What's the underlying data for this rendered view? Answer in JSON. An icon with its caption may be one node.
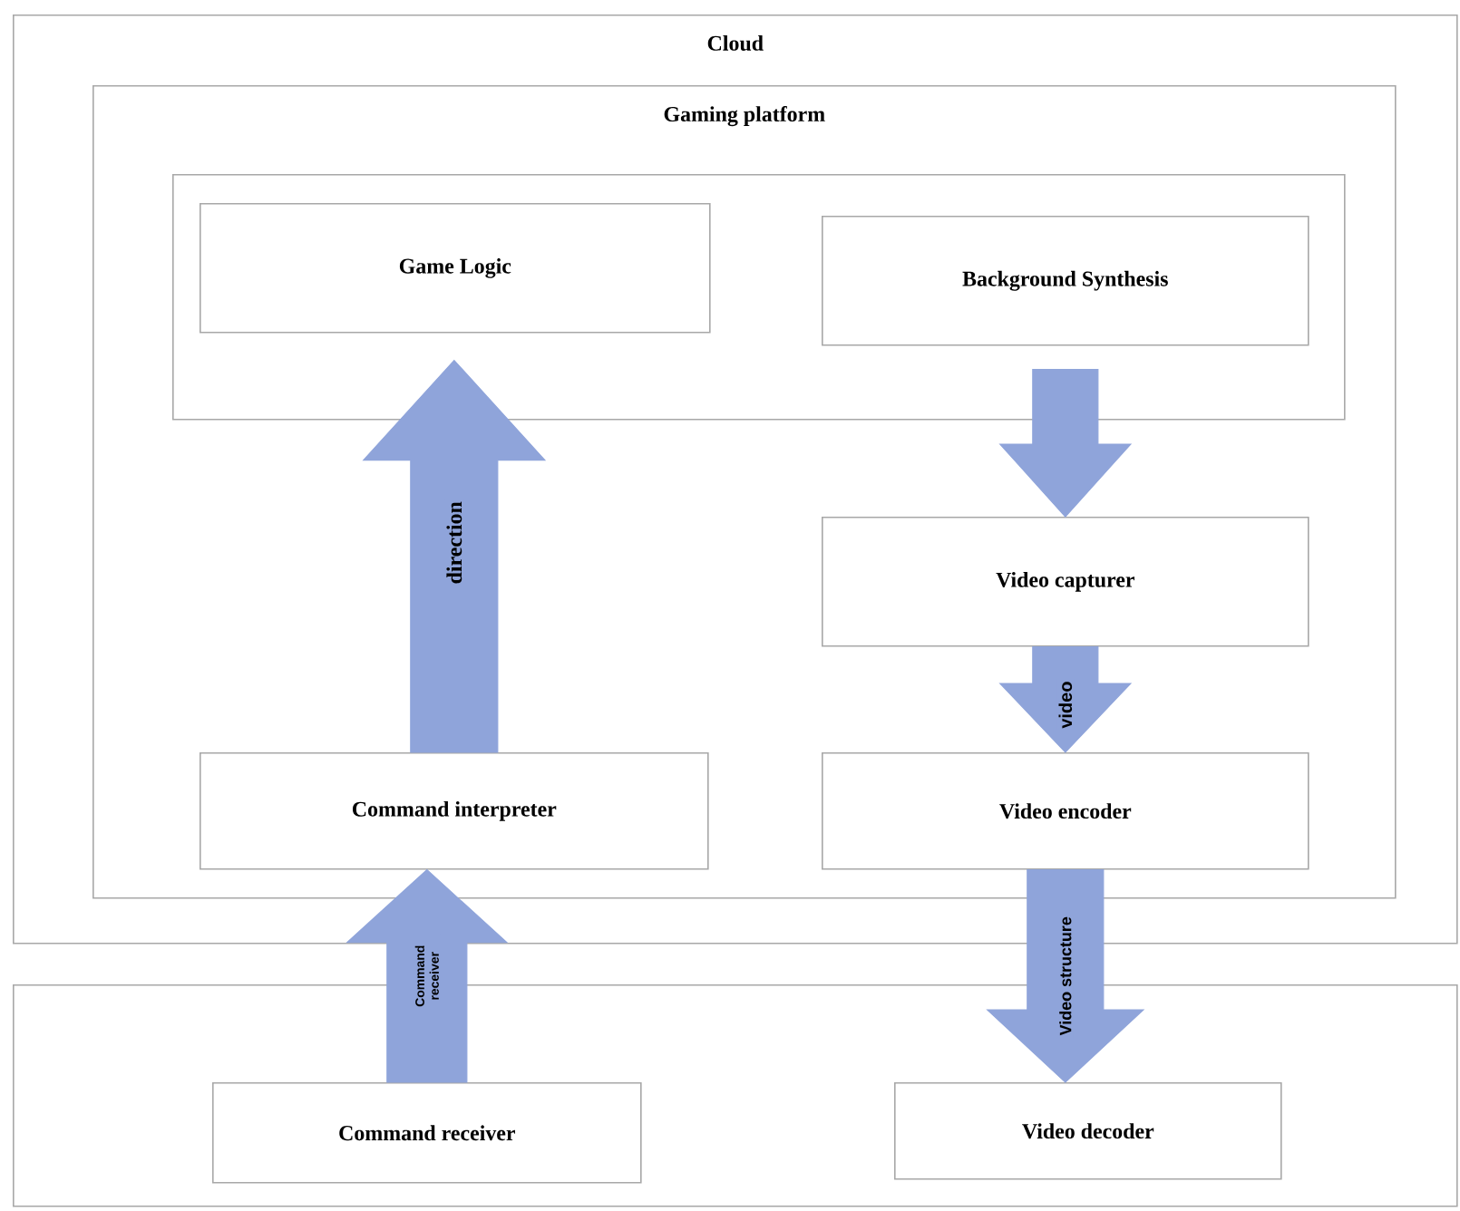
{
  "diagram": {
    "nodes": [
      {
        "text": [
          "Cloud"
        ]
      },
      {
        "text": [
          "Gaming platform"
        ],
        "in": 0
      },
      {
        "text": [],
        "shape": "box",
        "in": 1
      },
      {
        "text": [
          "Game Logic"
        ],
        "in": 2
      },
      {
        "text": [
          "Background Synthesis"
        ],
        "in": 2
      },
      {
        "text": [
          "Video capturer"
        ],
        "in": 1
      },
      {
        "text": [
          "Command interpreter"
        ],
        "in": 1
      },
      {
        "text": [
          "Video encoder"
        ],
        "in": 1
      },
      {
        "text": [],
        "shape": "box"
      },
      {
        "text": [
          "Command receiver"
        ],
        "in": 8
      },
      {
        "text": [
          "Video decoder"
        ],
        "in": 8
      }
    ],
    "edges": [
      {
        "from": 6,
        "to": 3,
        "arrow": "to",
        "label": "direction"
      },
      {
        "from": 4,
        "to": 5,
        "arrow": "to"
      },
      {
        "from": 5,
        "to": 7,
        "arrow": "to",
        "label": "video"
      },
      {
        "from": 9,
        "to": 6,
        "arrow": "to",
        "label": "Command receiver"
      },
      {
        "from": 7,
        "to": 10,
        "arrow": "to",
        "label": "Video structure"
      }
    ]
  }
}
